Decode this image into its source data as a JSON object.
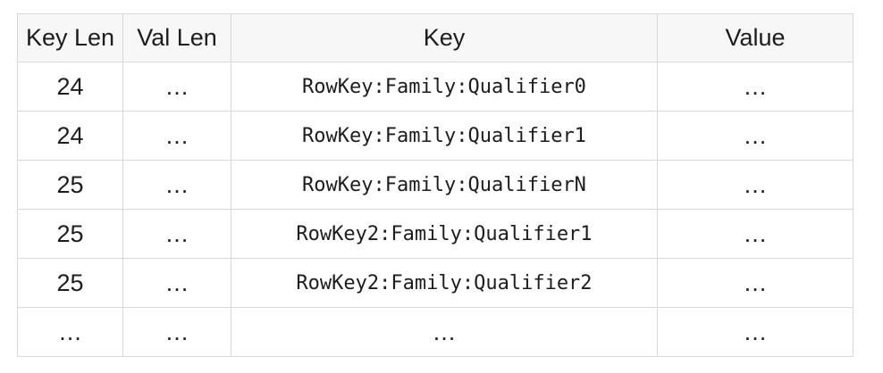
{
  "page": {
    "background": "#ffffff"
  },
  "colors": {
    "header_bg": "#f7f7f7",
    "border": "#d9d9d9",
    "text": "#1d1d1f"
  },
  "chart_data": {
    "type": "table",
    "title": "",
    "columns": [
      "Key Len",
      "Val Len",
      "Key",
      "Value"
    ],
    "rows": [
      [
        "24",
        "…",
        "RowKey:Family:Qualifier0",
        "…"
      ],
      [
        "24",
        "…",
        "RowKey:Family:Qualifier1",
        "…"
      ],
      [
        "25",
        "…",
        "RowKey:Family:QualifierN",
        "…"
      ],
      [
        "25",
        "…",
        "RowKey2:Family:Qualifier1",
        "…"
      ],
      [
        "25",
        "…",
        "RowKey2:Family:Qualifier2",
        "…"
      ],
      [
        "…",
        "…",
        "…",
        "…"
      ]
    ],
    "layout_hints": {
      "header_row_shaded": true,
      "cell_alignment": "center",
      "grid": true
    }
  },
  "ellipsis": "…"
}
